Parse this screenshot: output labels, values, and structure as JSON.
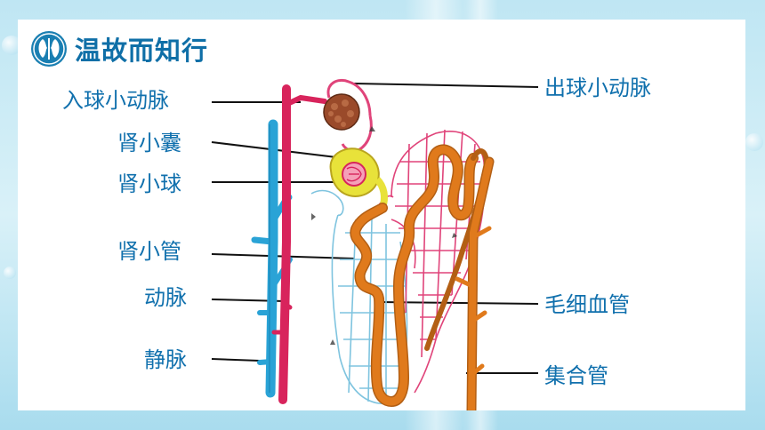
{
  "title": "温故而知行",
  "labels": {
    "afferent_arteriole": "入球小动脉",
    "bowmans_capsule": "肾小囊",
    "glomerulus": "肾小球",
    "renal_tubule": "肾小管",
    "artery": "动脉",
    "vein": "静脉",
    "efferent_arteriole": "出球小动脉",
    "capillaries": "毛细血管",
    "collecting_duct": "集合管"
  },
  "colors": {
    "title": "#0f6fa7",
    "label_text": "#1070ad",
    "artery": "#d8245c",
    "vein": "#2aa3d6",
    "tubule": "#e07a1c",
    "capsule": "#e8e23a",
    "capillary": "#e0447a",
    "capillary_blue": "#7fc4df",
    "glomerulus_knot": "#9a4a2a"
  },
  "icons": [
    "kidney-logo-icon"
  ]
}
